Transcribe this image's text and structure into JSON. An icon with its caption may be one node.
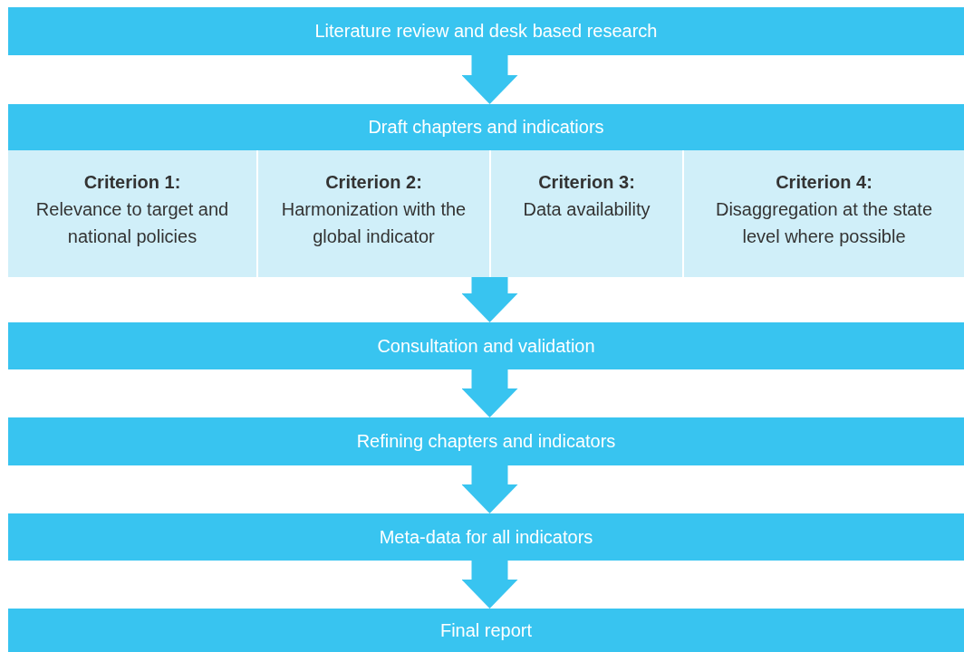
{
  "diagram": {
    "nodes": [
      {
        "text": [
          "Literature review and desk based research"
        ]
      },
      {
        "text": [
          "Draft chapters and indicatiors"
        ]
      },
      {
        "text": [
          "Criterion 1:",
          "Relevance to target and national policies"
        ],
        "in": 1
      },
      {
        "text": [
          "Criterion 2:",
          "Harmonization with the global indicator"
        ],
        "in": 1
      },
      {
        "text": [
          "Criterion 3:",
          "Data availability"
        ],
        "in": 1
      },
      {
        "text": [
          "Criterion 4:",
          "Disaggregation at the state level where possible"
        ],
        "in": 1
      },
      {
        "text": [
          "Consultation and validation"
        ]
      },
      {
        "text": [
          "Refining chapters and indicators"
        ]
      },
      {
        "text": [
          "Meta-data for all indicators"
        ]
      },
      {
        "text": [
          "Final report"
        ]
      }
    ],
    "edges": [
      {
        "from": 0,
        "to": 1,
        "arrow": "to"
      },
      {
        "from": 1,
        "to": 6,
        "arrow": "to"
      },
      {
        "from": 6,
        "to": 7,
        "arrow": "to"
      },
      {
        "from": 7,
        "to": 8,
        "arrow": "to"
      },
      {
        "from": 8,
        "to": 9,
        "arrow": "to"
      }
    ]
  }
}
